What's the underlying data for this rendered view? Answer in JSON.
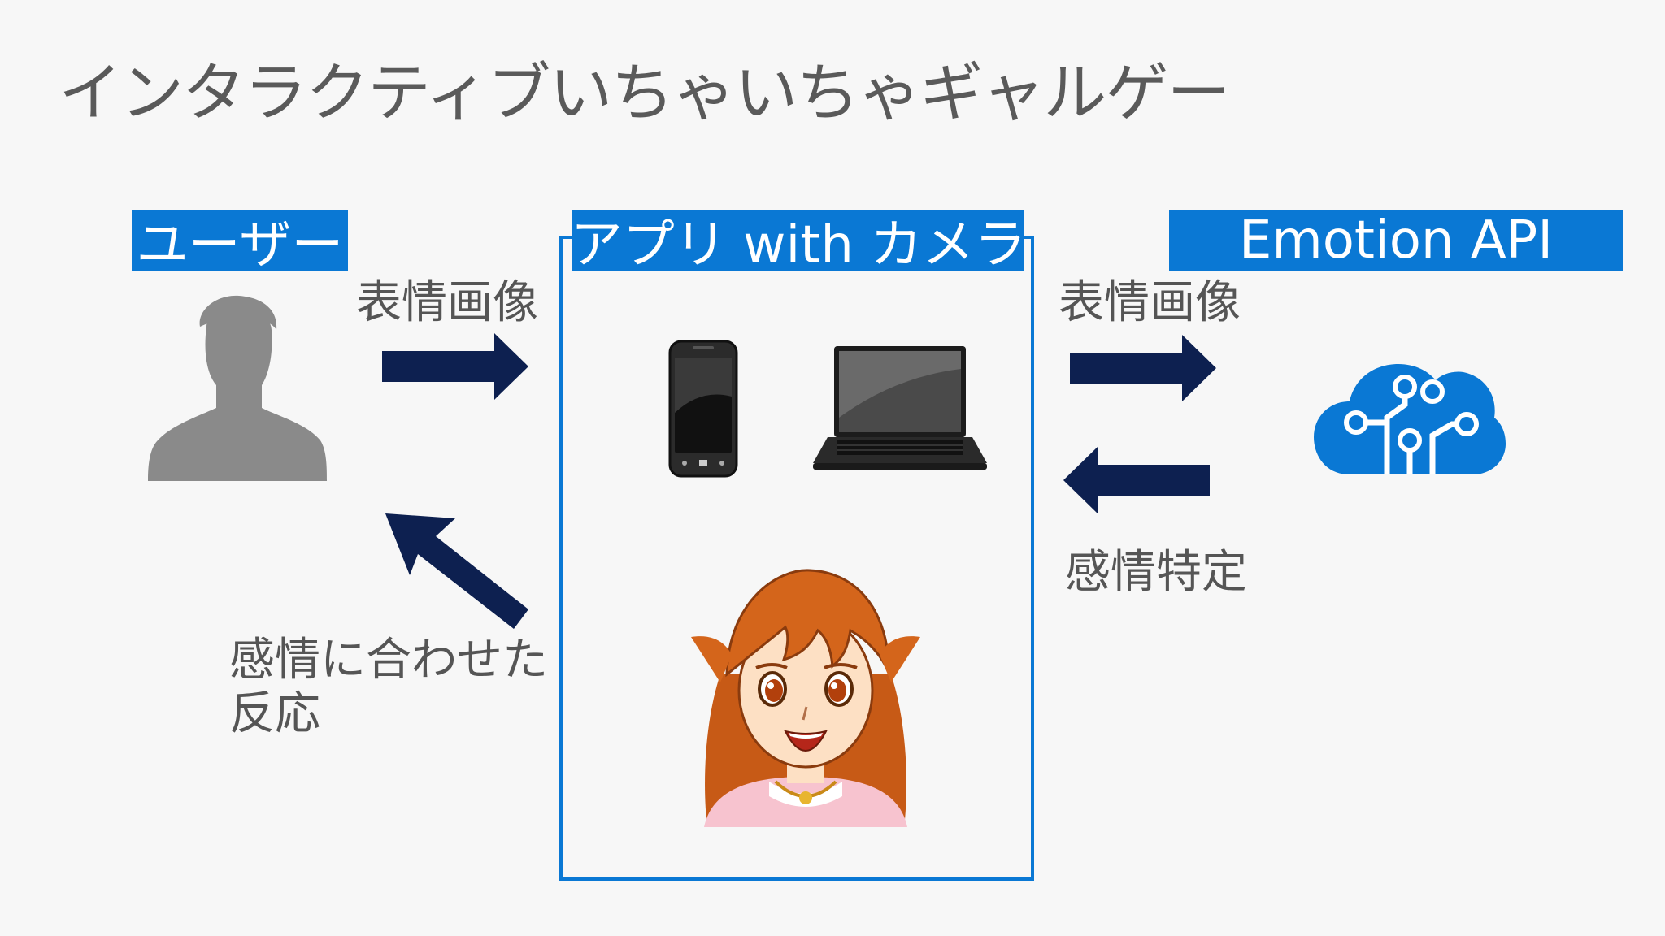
{
  "title": "インタラクティブいちゃいちゃギャルゲー",
  "user": {
    "label": "ユーザー"
  },
  "app": {
    "label": "アプリ with カメラ"
  },
  "api": {
    "label": "Emotion API"
  },
  "captions": {
    "to_app": "表情画像",
    "to_api": "表情画像",
    "from_api": "感情特定",
    "to_user_line1": "感情に合わせた",
    "to_user_line2": "反応"
  },
  "colors": {
    "accent": "#0a78d4",
    "arrow": "#0d2050",
    "person": "#8a8a8a",
    "background": "#f7f7f7"
  },
  "icons": [
    "person-silhouette-icon",
    "smartphone-icon",
    "laptop-icon",
    "brain-cloud-icon",
    "anime-girl-illustration"
  ]
}
